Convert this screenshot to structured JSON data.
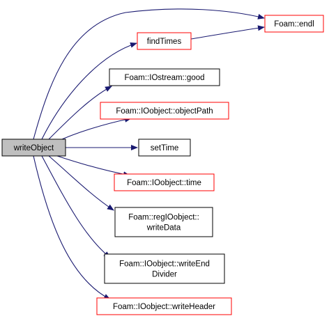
{
  "colors": {
    "root_fill": "#bfbfbf",
    "node_fill": "#ffffff",
    "border_default": "#000000",
    "border_red": "#ff0000",
    "edge": "#191970"
  },
  "nodes": [
    {
      "id": "writeObject",
      "lines": [
        "writeObject"
      ],
      "border": "root"
    },
    {
      "id": "endl",
      "lines": [
        "Foam::endl"
      ],
      "border": "red"
    },
    {
      "id": "findTimes",
      "lines": [
        "findTimes"
      ],
      "border": "red"
    },
    {
      "id": "good",
      "lines": [
        "Foam::IOstream::good"
      ],
      "border": "default"
    },
    {
      "id": "objectPath",
      "lines": [
        "Foam::IOobject::objectPath"
      ],
      "border": "red"
    },
    {
      "id": "setTime",
      "lines": [
        "setTime"
      ],
      "border": "default"
    },
    {
      "id": "time",
      "lines": [
        "Foam::IOobject::time"
      ],
      "border": "red"
    },
    {
      "id": "writeData",
      "lines": [
        "Foam::regIOobject::",
        "writeData"
      ],
      "border": "default"
    },
    {
      "id": "writeEndDivider",
      "lines": [
        "Foam::IOobject::writeEnd",
        "Divider"
      ],
      "border": "default"
    },
    {
      "id": "writeHeader",
      "lines": [
        "Foam::IOobject::writeHeader"
      ],
      "border": "red"
    }
  ],
  "edges": [
    {
      "from": "writeObject",
      "to": "endl"
    },
    {
      "from": "writeObject",
      "to": "findTimes"
    },
    {
      "from": "findTimes",
      "to": "endl"
    },
    {
      "from": "writeObject",
      "to": "good"
    },
    {
      "from": "writeObject",
      "to": "objectPath"
    },
    {
      "from": "writeObject",
      "to": "setTime"
    },
    {
      "from": "writeObject",
      "to": "time"
    },
    {
      "from": "writeObject",
      "to": "writeData"
    },
    {
      "from": "writeObject",
      "to": "writeEndDivider"
    },
    {
      "from": "writeObject",
      "to": "writeHeader"
    }
  ]
}
